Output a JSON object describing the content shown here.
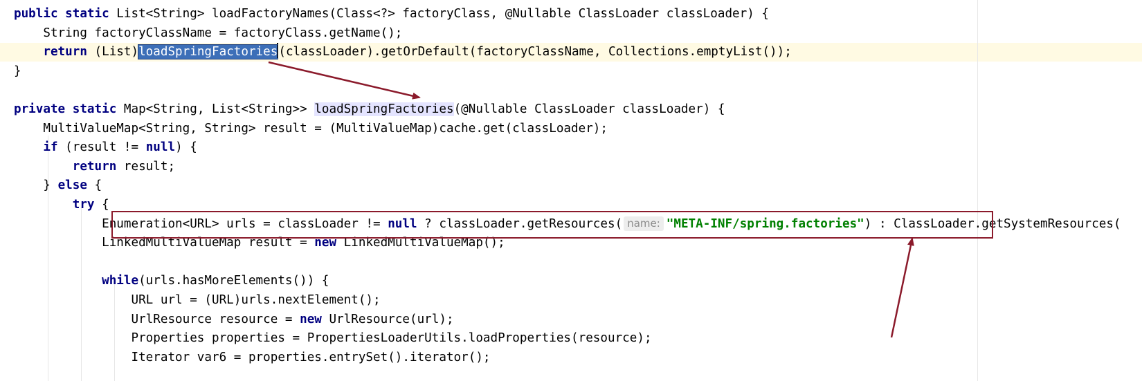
{
  "editor": {
    "lines": [
      {
        "segments": [
          {
            "t": "public static ",
            "c": "kw"
          },
          {
            "t": "List<String> loadFactoryNames(Class<?> factoryClass, @Nullable ClassLoader classLoader) {"
          }
        ]
      },
      {
        "segments": [
          {
            "t": "    String factoryClassName = factoryClass.getName();"
          }
        ]
      },
      {
        "segments": [
          {
            "t": "    "
          },
          {
            "t": "return ",
            "c": "kw"
          },
          {
            "t": "(List)"
          },
          {
            "t": "loadSpringFactories",
            "c": "sel-wrap"
          },
          {
            "t": "",
            "c": "caret"
          },
          {
            "t": "(classLoader).getOrDefault(factoryClassName, Collections.emptyList());"
          }
        ]
      },
      {
        "segments": [
          {
            "t": "}"
          }
        ]
      },
      {
        "segments": []
      },
      {
        "segments": [
          {
            "t": "private static ",
            "c": "kw"
          },
          {
            "t": "Map<String, List<String>> "
          },
          {
            "t": "loadSpringFactories",
            "c": "usage"
          },
          {
            "t": "(@Nullable ClassLoader classLoader) {"
          }
        ]
      },
      {
        "segments": [
          {
            "t": "    MultiValueMap<String, String> result = (MultiValueMap)cache.get(classLoader);"
          }
        ]
      },
      {
        "segments": [
          {
            "t": "    "
          },
          {
            "t": "if ",
            "c": "kw"
          },
          {
            "t": "(result != "
          },
          {
            "t": "null",
            "c": "kw"
          },
          {
            "t": ") {"
          }
        ]
      },
      {
        "segments": [
          {
            "t": "        "
          },
          {
            "t": "return ",
            "c": "kw"
          },
          {
            "t": "result;"
          }
        ]
      },
      {
        "segments": [
          {
            "t": "    } "
          },
          {
            "t": "else ",
            "c": "kw"
          },
          {
            "t": "{"
          }
        ]
      },
      {
        "segments": [
          {
            "t": "        "
          },
          {
            "t": "try ",
            "c": "kw"
          },
          {
            "t": "{"
          }
        ]
      },
      {
        "segments": [
          {
            "t": "            Enumeration<URL> urls = classLoader != "
          },
          {
            "t": "null",
            "c": "kw"
          },
          {
            "t": " ? classLoader.getResources("
          },
          {
            "t": "name:",
            "c": "hint"
          },
          {
            "t": "\"META-INF/spring.factories\"",
            "c": "str"
          },
          {
            "t": ") : ClassLoader.getSystemResources("
          }
        ]
      },
      {
        "segments": [
          {
            "t": "            LinkedMultiValueMap result = "
          },
          {
            "t": "new ",
            "c": "kw"
          },
          {
            "t": "LinkedMultiValueMap();"
          }
        ]
      },
      {
        "segments": []
      },
      {
        "segments": [
          {
            "t": "            "
          },
          {
            "t": "while",
            "c": "kw"
          },
          {
            "t": "(urls.hasMoreElements()) {"
          }
        ]
      },
      {
        "segments": [
          {
            "t": "                URL url = (URL)urls.nextElement();"
          }
        ]
      },
      {
        "segments": [
          {
            "t": "                UrlResource resource = "
          },
          {
            "t": "new ",
            "c": "kw"
          },
          {
            "t": "UrlResource(url);"
          }
        ]
      },
      {
        "segments": [
          {
            "t": "                Properties properties = PropertiesLoaderUtils.loadProperties(resource);"
          }
        ]
      },
      {
        "segments": [
          {
            "t": "                Iterator var6 = properties.entrySet().iterator();"
          }
        ]
      }
    ]
  },
  "annotations": {
    "accent_color": "#8b1a2b"
  }
}
